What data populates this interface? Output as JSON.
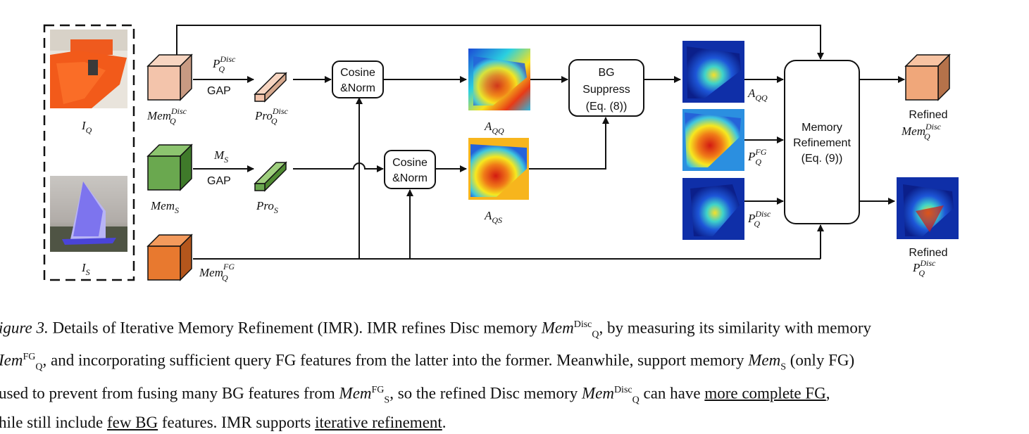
{
  "inputs": {
    "query_label": "I",
    "query_sub": "Q",
    "support_label": "I",
    "support_sub": "S"
  },
  "memories": {
    "mem_q_disc": {
      "base": "Mem",
      "sub": "Q",
      "sup": "Disc"
    },
    "mem_s": {
      "base": "Mem",
      "sub": "S"
    },
    "mem_q_fg": {
      "base": "Mem",
      "sub": "Q",
      "sup": "FG"
    }
  },
  "edges": {
    "p_q_disc": {
      "base": "P",
      "sub": "Q",
      "sup": "Disc"
    },
    "gap_1": "GAP",
    "m_s": {
      "base": "M",
      "sub": "S"
    },
    "gap_2": "GAP"
  },
  "prototypes": {
    "pro_q_disc": {
      "base": "Pro",
      "sub": "Q",
      "sup": "Disc"
    },
    "pro_s": {
      "base": "Pro",
      "sub": "S"
    }
  },
  "blocks": {
    "cosine_top": [
      "Cosine",
      "&Norm"
    ],
    "cosine_bottom": [
      "Cosine",
      "&Norm"
    ],
    "bg_suppress": [
      "BG",
      "Suppress",
      "(Eq. (8))"
    ],
    "memory_refinement": [
      "Memory",
      "Refinement",
      "(Eq. (9))"
    ]
  },
  "maps": {
    "a_qq": {
      "base": "A",
      "sub": "QQ"
    },
    "a_qs": {
      "base": "A",
      "sub": "QS"
    },
    "a_qq_right": {
      "base": "A",
      "sub": "QQ"
    },
    "p_q_fg": {
      "base": "P",
      "sub": "Q",
      "sup": "FG"
    },
    "p_q_disc_right": {
      "base": "P",
      "sub": "Q",
      "sup": "Disc"
    }
  },
  "outputs": {
    "refined_mem_label": "Refined",
    "refined_mem": {
      "base": "Mem",
      "sub": "Q",
      "sup": "Disc"
    },
    "refined_p_label": "Refined",
    "refined_p": {
      "base": "P",
      "sub": "Q",
      "sup": "Disc"
    }
  },
  "caption": {
    "line1_a": "igure 3.",
    "line1_b": " Details of Iterative Memory Refinement (IMR). IMR refines Disc memory ",
    "line1_m_base": "Mem",
    "line1_m_sub": "Q",
    "line1_m_sup": "Disc",
    "line1_c": ", by measuring its similarity with memory",
    "line2_m_base": "Iem",
    "line2_m_sub": "Q",
    "line2_m_sup": "FG",
    "line2_b": ", and incorporating sufficient query FG features from the latter into the former. Meanwhile, support memory ",
    "line2_m2_base": "Mem",
    "line2_m2_sub": "S",
    "line2_c": " (only FG)",
    "line3_a": " used to prevent from fusing many BG features from ",
    "line3_m_base": "Mem",
    "line3_m_sub": "S",
    "line3_m_sup": "FG",
    "line3_b": ", so the refined Disc memory ",
    "line3_m2_base": "Mem",
    "line3_m2_sub": "Q",
    "line3_m2_sup": "Disc",
    "line3_c": " can have ",
    "line3_u": "more complete FG",
    "line3_d": ",",
    "line4_a": "hile still include ",
    "line4_u1": "few BG",
    "line4_b": " features. IMR supports ",
    "line4_u2": "iterative refinement",
    "line4_c": "."
  },
  "colors": {
    "mem_q_disc": "#f3c4ab",
    "mem_s": "#6aa84f",
    "mem_q_fg": "#e8792f",
    "refined_mem": "#f0a77a"
  }
}
